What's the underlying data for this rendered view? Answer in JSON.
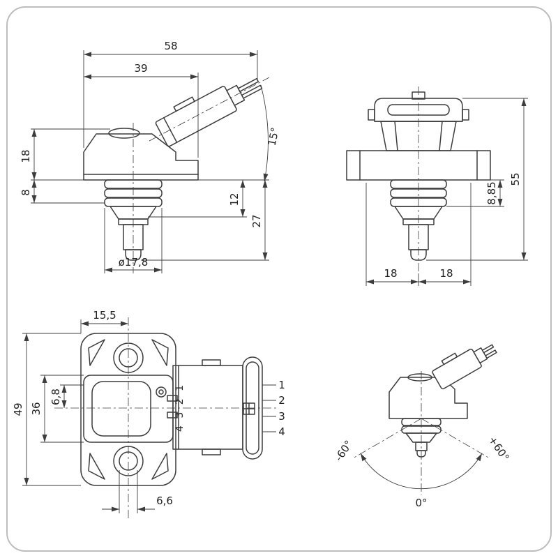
{
  "meta": {
    "background": "#ffffff",
    "frame_color": "#bdbdbd",
    "ink_color": "#3c3c3c"
  },
  "side_view": {
    "dim_total_width": "58",
    "dim_connector_width": "39",
    "dim_body_height": "18",
    "dim_collar_height": "8",
    "dim_seal_height": "12",
    "dim_probe_length": "27",
    "dim_probe_diameter": "ø17,8",
    "dim_connector_angle": "15°"
  },
  "front_view": {
    "dim_total_height": "55",
    "dim_collar_height": "8,85",
    "dim_half_width_left": "18",
    "dim_half_width_right": "18"
  },
  "top_view": {
    "dim_hole_to_center": "15,5",
    "dim_pin_to_center": "6,8",
    "dim_body_width": "36",
    "dim_flange_length": "49",
    "dim_hole_diameter": "6,6",
    "pin_row_label": "4 3 2 1",
    "pin_labels": [
      "1",
      "2",
      "3",
      "4"
    ]
  },
  "angle_view": {
    "label_minus": "-60°",
    "label_zero": "0°",
    "label_plus": "+60°"
  }
}
